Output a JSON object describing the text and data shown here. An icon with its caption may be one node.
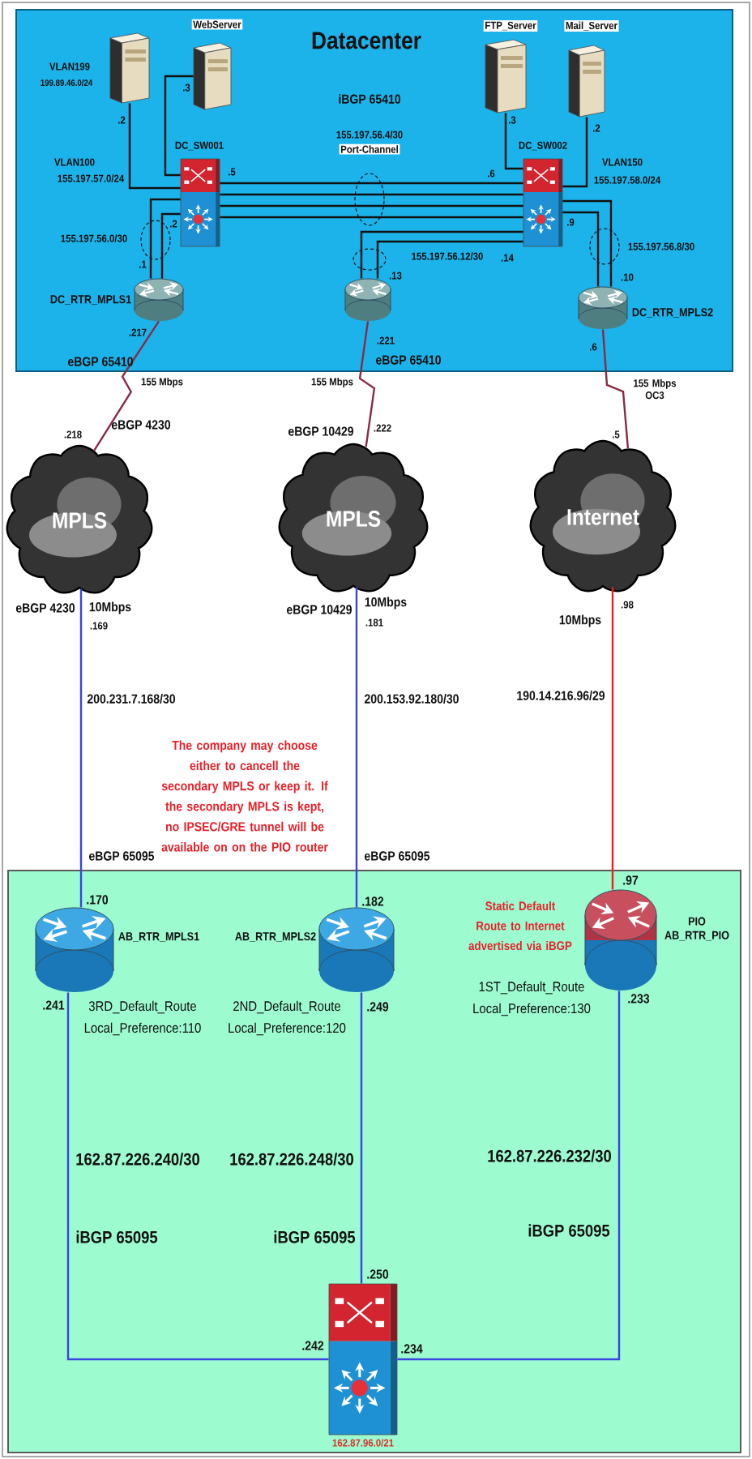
{
  "diagram": {
    "nodes": [
      {
        "text": [
          "Datacenter"
        ]
      },
      {
        "text": [],
        "shape": "picture",
        "in": 0,
        "beside": [
          "VLAN199",
          "199.89.46.0/24"
        ]
      },
      {
        "text": [
          "WebServer"
        ],
        "in": 0
      },
      {
        "text": [
          "FTP_Server"
        ],
        "in": 0
      },
      {
        "text": [
          "Mail_Server"
        ],
        "in": 0
      },
      {
        "text": [
          "DC_SW001"
        ],
        "in": 0
      },
      {
        "text": [
          "DC_SW002"
        ],
        "in": 0
      },
      {
        "text": [
          "DC_RTR_MPLS1"
        ],
        "in": 0
      },
      {
        "text": [],
        "shape": "cylinder",
        "in": 0
      },
      {
        "text": [
          "DC_RTR_MPLS2"
        ],
        "in": 0
      },
      {
        "text": [
          "MPLS"
        ]
      },
      {
        "text": [
          "MPLS"
        ]
      },
      {
        "text": [
          "Internet"
        ]
      },
      {
        "text": [],
        "shape": "box"
      },
      {
        "text": [
          "AB_RTR_MPLS1"
        ],
        "in": 13
      },
      {
        "text": [
          "AB_RTR_MPLS2"
        ],
        "in": 13
      },
      {
        "text": [
          "PIO AB_RTR_PIO"
        ],
        "in": 13
      },
      {
        "text": [],
        "shape": "picture",
        "in": 13,
        "beside": [
          "162.87.96.0/21"
        ]
      }
    ],
    "edges": [
      {
        "from": 1,
        "to": 5,
        "arrow": "none"
      },
      {
        "from": 2,
        "to": 5,
        "arrow": "none"
      },
      {
        "from": 3,
        "to": 6,
        "arrow": "none"
      },
      {
        "from": 4,
        "to": 6,
        "arrow": "none"
      },
      {
        "from": 5,
        "to": 6,
        "arrow": "none",
        "label": "155.197.56.4/30"
      },
      {
        "from": 5,
        "to": 6,
        "arrow": "none"
      },
      {
        "from": 5,
        "to": 6,
        "arrow": "none"
      },
      {
        "from": 5,
        "to": 6,
        "arrow": "none"
      },
      {
        "from": 5,
        "to": 7,
        "arrow": "none",
        "label": "155.197.56.0/30"
      },
      {
        "from": 5,
        "to": 7,
        "arrow": "none"
      },
      {
        "from": 6,
        "to": 8,
        "arrow": "none"
      },
      {
        "from": 6,
        "to": 8,
        "arrow": "none",
        "label": "155.197.56.12/30"
      },
      {
        "from": 6,
        "to": 9,
        "arrow": "none",
        "label": "155.197.56.8/30"
      },
      {
        "from": 6,
        "to": 9,
        "arrow": "none"
      },
      {
        "from": 7,
        "to": 10,
        "arrow": "none",
        "label": "155 Mbps",
        "color": "#8c2a44"
      },
      {
        "from": 8,
        "to": 11,
        "arrow": "none",
        "label": "155 Mbps",
        "color": "#8c2a44"
      },
      {
        "from": 9,
        "to": 12,
        "arrow": "none",
        "label": "155 Mbps OC3",
        "color": "#8c2a44"
      },
      {
        "from": 10,
        "to": 14,
        "arrow": "none",
        "label": "200.231.7.168/30",
        "color": "#3a44e0"
      },
      {
        "from": 11,
        "to": 15,
        "arrow": "none",
        "label": "200.153.92.180/30",
        "color": "#3a44e0"
      },
      {
        "from": 12,
        "to": 16,
        "arrow": "none",
        "label": "190.14.216.96/29",
        "color": "#ee2020"
      },
      {
        "from": 14,
        "to": 17,
        "arrow": "none",
        "label": "162.87.226.240/30",
        "color": "#3a44e0"
      },
      {
        "from": 15,
        "to": 17,
        "arrow": "none",
        "label": "162.87.226.248/30",
        "color": "#3a44e0"
      },
      {
        "from": 16,
        "to": 17,
        "arrow": "none",
        "label": "162.87.226.232/30",
        "color": "#3a44e0"
      }
    ],
    "labels": [
      ".2",
      ".3",
      "iBGP 65410",
      "Port-Channel",
      ".3",
      ".2",
      "VLAN100",
      "155.197.57.0/24",
      ".5",
      ".6",
      "VLAN150",
      "155.197.58.0/24",
      ".2",
      ".9",
      ".1",
      ".14",
      ".13",
      ".10",
      ".217",
      ".221",
      ".6",
      "eBGP 65410",
      "eBGP 65410",
      "eBGP 4230",
      ".218",
      "eBGP 10429",
      ".222",
      ".5",
      "eBGP 4230",
      "10Mbps",
      ".169",
      "eBGP 10429",
      "10Mbps",
      ".181",
      "10Mbps",
      ".98",
      "The company may choose either to cancell the secondary MPLS or keep it. If the secondary MPLS is kept, no IPSEC/GRE tunnel will be available on on the PIO router",
      "eBGP 65095",
      "eBGP 65095",
      ".170",
      ".182",
      ".97",
      "Static Default Route to Internet advertised via iBGP",
      ".241",
      "3RD_Default_Route Local_Preference:110",
      "2ND_Default_Route Local_Preference:120",
      ".249",
      "1ST_Default_Route Local_Preference:130",
      ".233",
      "iBGP 65095",
      "iBGP 65095",
      "iBGP 65095",
      ".250",
      ".242",
      ".234"
    ]
  }
}
